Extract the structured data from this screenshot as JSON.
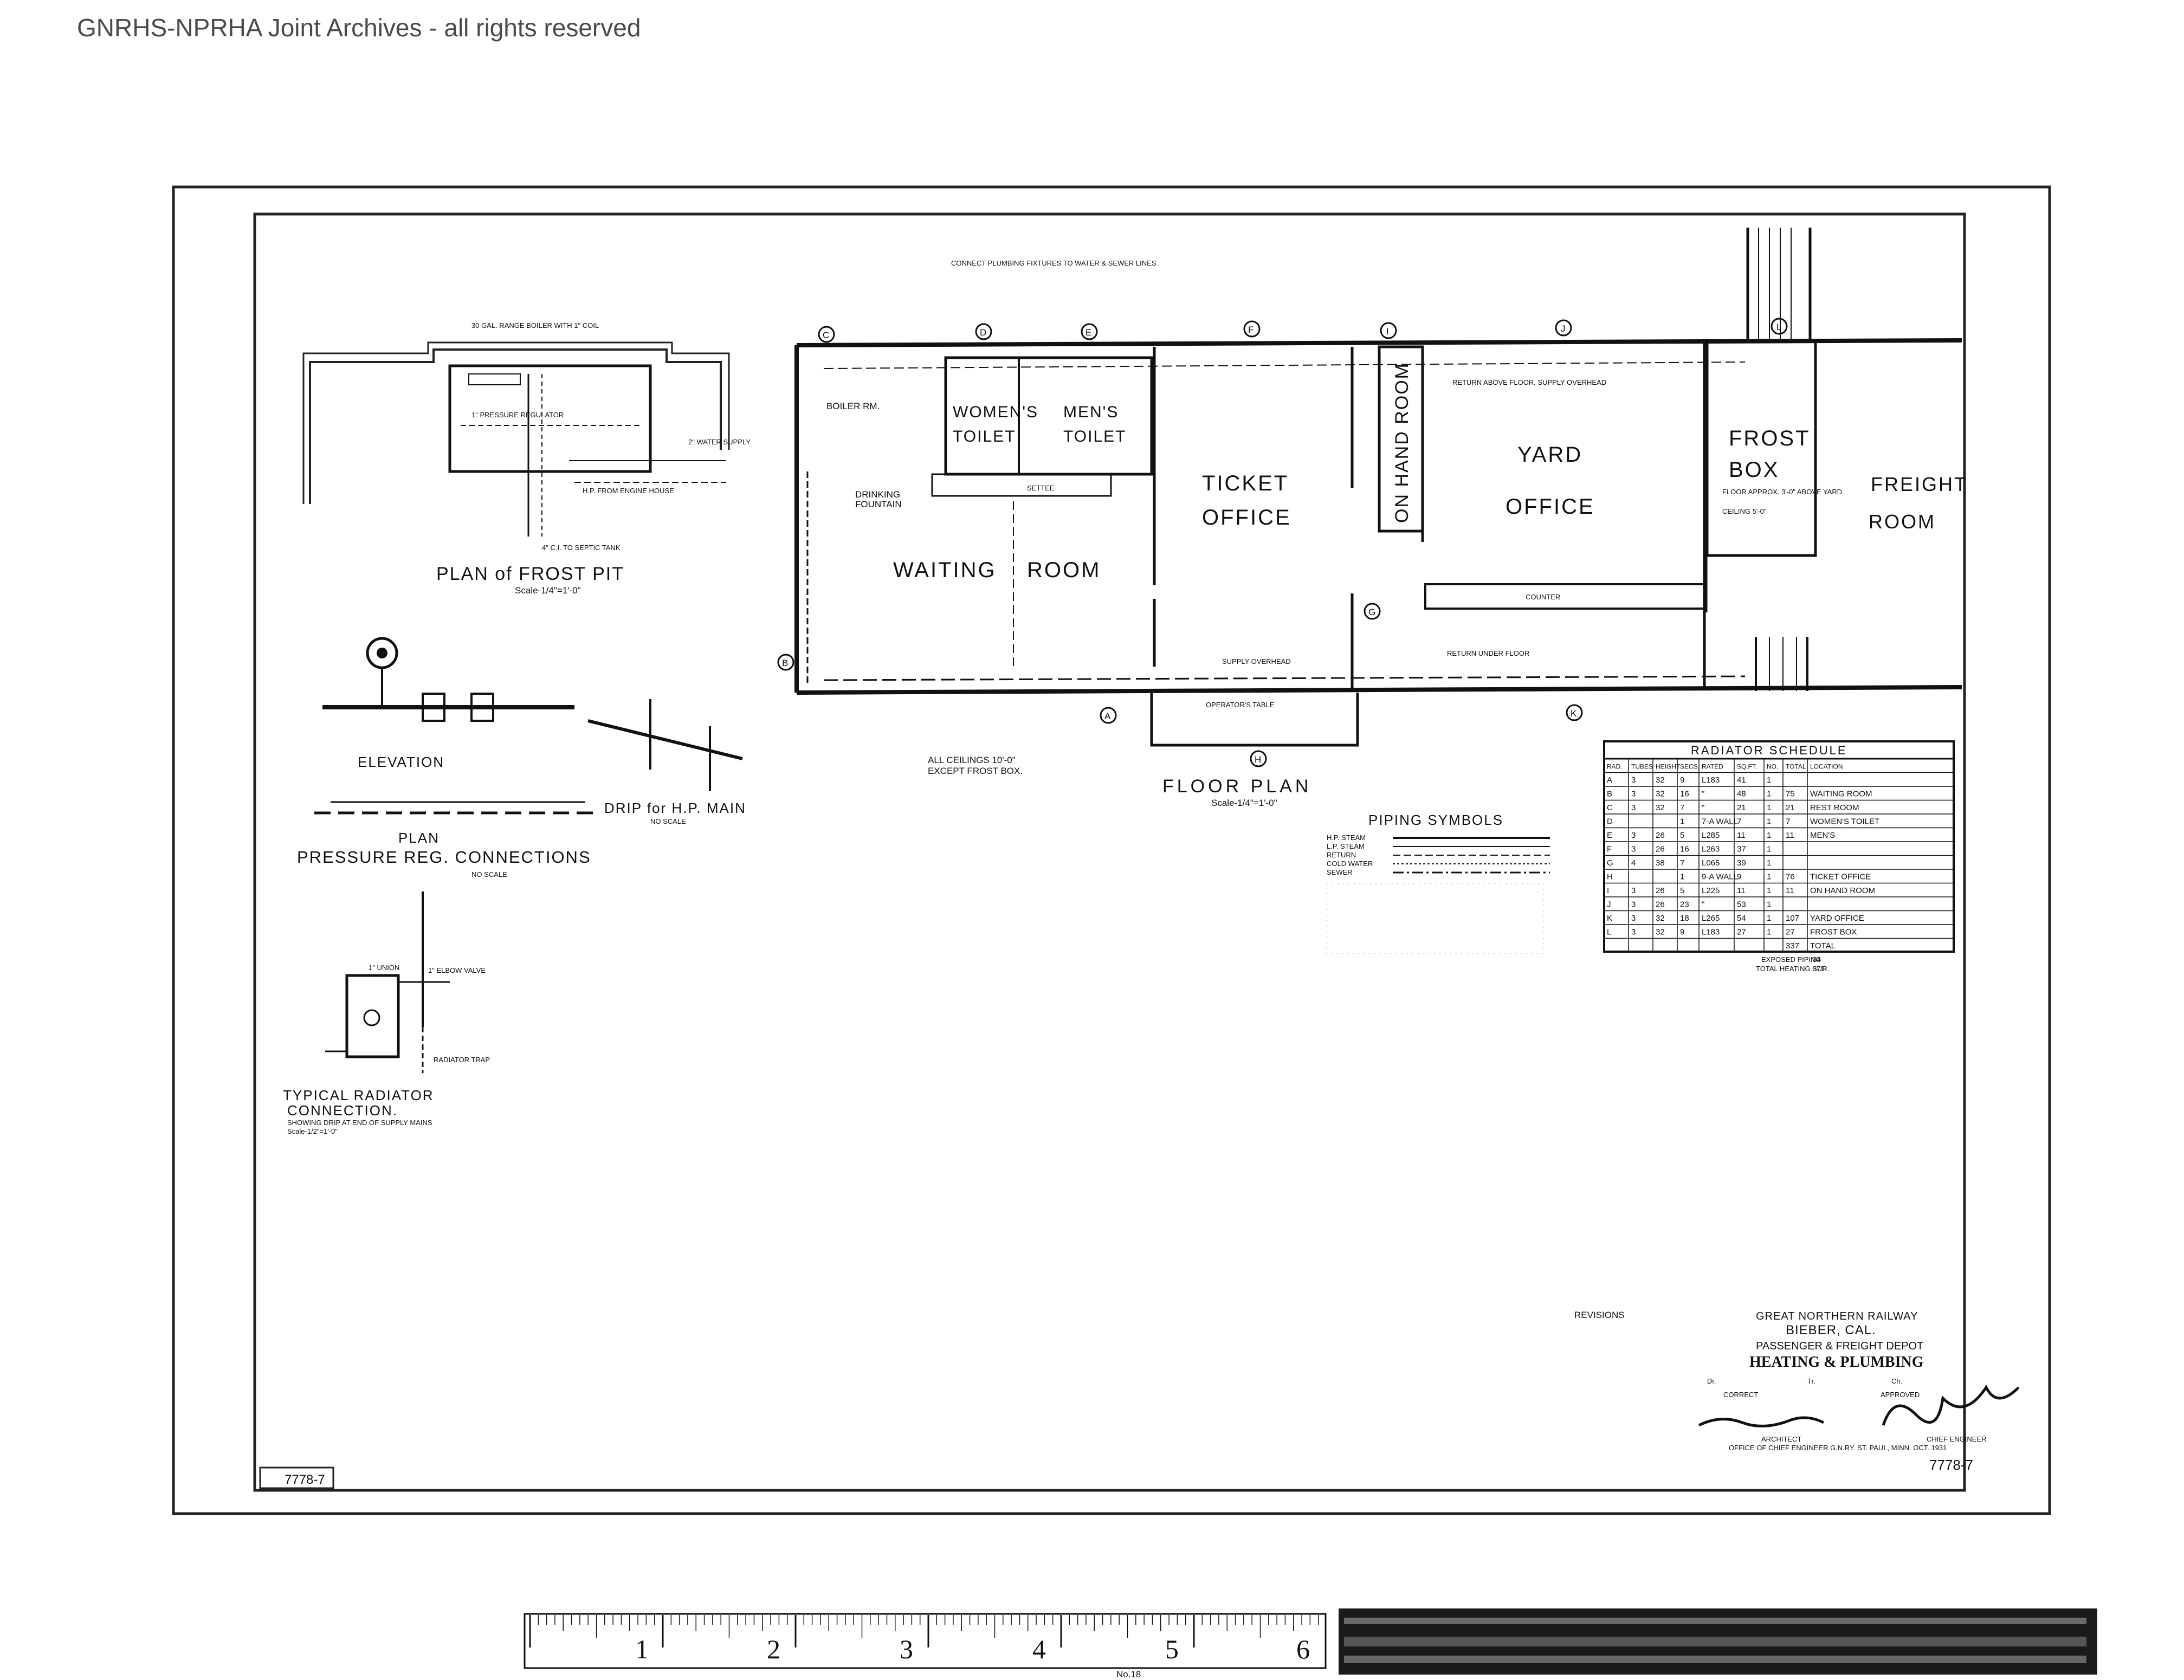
{
  "watermark": "GNRHS-NPRHA Joint Archives - all rights reserved",
  "drawing_number": "7778-7",
  "rooms": {
    "womens_toilet_1": "WOMEN'S",
    "womens_toilet_2": "TOILET",
    "mens_toilet_1": "MEN'S",
    "mens_toilet_2": "TOILET",
    "waiting_room_1": "WAITING",
    "waiting_room_2": "ROOM",
    "ticket_office_1": "TICKET",
    "ticket_office_2": "OFFICE",
    "on_hand_room": "ON HAND ROOM",
    "yard_office_1": "YARD",
    "yard_office_2": "OFFICE",
    "frost_box_1": "FROST",
    "frost_box_2": "BOX",
    "freight_room_1": "FREIGHT",
    "freight_room_2": "ROOM",
    "drinking_fountain_1": "DRINKING",
    "drinking_fountain_2": "FOUNTAIN",
    "counter": "COUNTER",
    "operators_table": "OPERATOR'S TABLE",
    "settee": "SETTEE",
    "boiler_rm": "BOILER RM."
  },
  "view_titles": {
    "plan_of_frost_pit": "PLAN of FROST PIT",
    "frost_pit_scale": "Scale-1/4\"=1'-0\"",
    "elevation": "ELEVATION",
    "plan": "PLAN",
    "drip_hp_main": "DRIP for H.P. MAIN",
    "no_scale": "NO SCALE",
    "pressure_reg": "PRESSURE REG. CONNECTIONS",
    "floor_plan": "FLOOR PLAN",
    "floor_plan_scale": "Scale-1/4\"=1'-0\"",
    "typical_radiator_1": "TYPICAL RADIATOR",
    "typical_radiator_2": "CONNECTION.",
    "typical_radiator_note": "SHOWING DRIP AT END OF SUPPLY MAINS",
    "typical_radiator_scale": "Scale-1/2\"=1'-0\"",
    "ceilings_note_1": "ALL CEILINGS 10'-0\"",
    "ceilings_note_2": "EXCEPT FROST BOX.",
    "piping_symbols": "PIPING SYMBOLS"
  },
  "piping_legend": [
    "H.P. STEAM",
    "L.P. STEAM",
    "RETURN",
    "COLD WATER",
    "SEWER"
  ],
  "small_notes": {
    "range_boiler": "30 GAL. RANGE BOILER WITH 1\" COIL",
    "pressure_regulator": "1\" PRESSURE REGULATOR",
    "water_supply": "2\" WATER SUPPLY",
    "hp_from_engine": "H.P. FROM ENGINE HOUSE",
    "septic": "4\" C.I. TO SEPTIC TANK",
    "connect_plumbing": "CONNECT PLUMBING FIXTURES TO WATER & SEWER LINES",
    "return_above": "RETURN ABOVE FLOOR, SUPPLY OVERHEAD",
    "return_under": "RETURN UNDER FLOOR",
    "supply_overhead": "SUPPLY OVERHEAD",
    "frost_box_floor": "FLOOR APPROX. 3'-0\" ABOVE YARD",
    "ceiling_note": "CEILING 5'-0\"",
    "elbow_valve": "1\" ELBOW VALVE",
    "union": "1\" UNION",
    "radiator_trap": "RADIATOR TRAP"
  },
  "radiator_schedule": {
    "title": "RADIATOR SCHEDULE",
    "headers": [
      "RAD.",
      "TUBES",
      "HEIGHT",
      "SECS.",
      "RATED",
      "SQ.FT.",
      "NO.",
      "TOTAL",
      "LOCATION"
    ],
    "rows": [
      [
        "A",
        "3",
        "32",
        "9",
        "L183",
        "41",
        "1",
        "",
        ""
      ],
      [
        "B",
        "3",
        "32",
        "16",
        "\"",
        "48",
        "1",
        "75",
        "WAITING ROOM"
      ],
      [
        "C",
        "3",
        "32",
        "7",
        "\"",
        "21",
        "1",
        "21",
        "REST ROOM"
      ],
      [
        "D",
        "",
        "",
        "1",
        "7-A WALL",
        "7",
        "1",
        "7",
        "WOMEN'S TOILET"
      ],
      [
        "E",
        "3",
        "26",
        "5",
        "L285",
        "11",
        "1",
        "11",
        "MEN'S"
      ],
      [
        "F",
        "3",
        "26",
        "16",
        "L263",
        "37",
        "1",
        "",
        ""
      ],
      [
        "G",
        "4",
        "38",
        "7",
        "L065",
        "39",
        "1",
        "",
        ""
      ],
      [
        "H",
        "",
        "",
        "1",
        "9-A WALL",
        "9",
        "1",
        "76",
        "TICKET OFFICE"
      ],
      [
        "I",
        "3",
        "26",
        "5",
        "L225",
        "11",
        "1",
        "11",
        "ON HAND ROOM"
      ],
      [
        "J",
        "3",
        "26",
        "23",
        "\"",
        "53",
        "1",
        "",
        ""
      ],
      [
        "K",
        "3",
        "32",
        "18",
        "L265",
        "54",
        "1",
        "107",
        "YARD OFFICE"
      ],
      [
        "L",
        "3",
        "32",
        "9",
        "L183",
        "27",
        "1",
        "27",
        "FROST BOX"
      ],
      [
        "",
        "",
        "",
        "",
        "",
        "",
        "",
        "337",
        "TOTAL"
      ]
    ],
    "exposed_piping": "EXPOSED PIPING",
    "exposed_value": "34",
    "total_heating": "TOTAL HEATING SUR.",
    "total_value": "371"
  },
  "title_block": {
    "revisions": "REVISIONS",
    "railway": "GREAT NORTHERN RAILWAY",
    "place": "BIEBER, CAL.",
    "building": "PASSENGER & FREIGHT DEPOT",
    "subject": "HEATING & PLUMBING",
    "drawn": "Dr.",
    "traced": "Tr.",
    "checked": "Ch.",
    "correct": "CORRECT",
    "approved": "APPROVED",
    "architect": "ARCHITECT",
    "chief_engineer": "CHIEF ENGINEER",
    "office": "OFFICE OF CHIEF ENGINEER   G.N.RY.   ST. PAUL, MINN.   OCT. 1931"
  },
  "ruler": {
    "numbers": [
      "1",
      "2",
      "3",
      "4",
      "5",
      "6"
    ],
    "caption": "No.18"
  },
  "column_markers": [
    "A",
    "B",
    "C",
    "D",
    "E",
    "F",
    "G",
    "H",
    "I",
    "J",
    "K",
    "L"
  ]
}
